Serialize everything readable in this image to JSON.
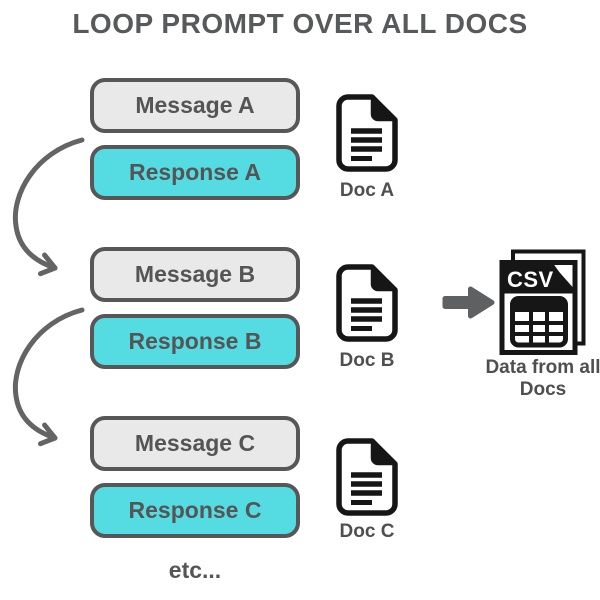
{
  "title": "LOOP PROMPT OVER ALL DOCS",
  "pairs": [
    {
      "message": "Message A",
      "response": "Response A",
      "doc_label": "Doc A"
    },
    {
      "message": "Message B",
      "response": "Response B",
      "doc_label": "Doc B"
    },
    {
      "message": "Message C",
      "response": "Response C",
      "doc_label": "Doc C"
    }
  ],
  "etc_label": "etc...",
  "output": {
    "file_type_label": "CSV",
    "caption_line1": "Data from all",
    "caption_line2": "Docs"
  },
  "colors": {
    "message_fill": "#e9e9e9",
    "response_fill": "#55dce2",
    "box_border": "#575757",
    "title_text": "#58595b",
    "label_text": "#555555",
    "arrow_gray": "#646464",
    "icon_black": "#161616"
  }
}
